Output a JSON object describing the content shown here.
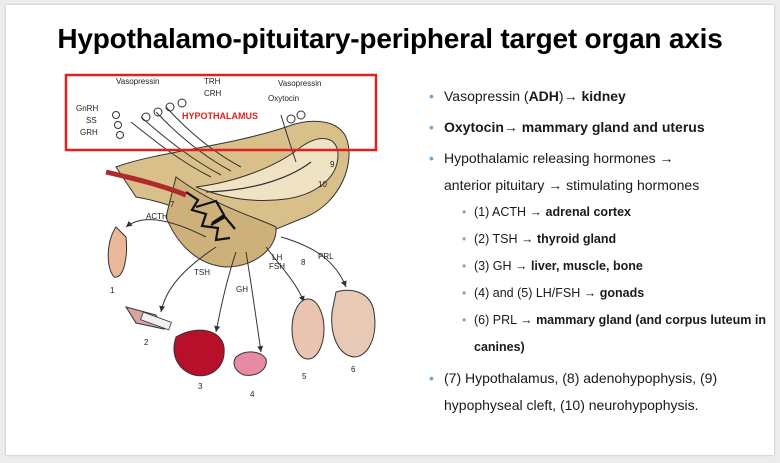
{
  "title": "Hypothalamo-pituitary-peripheral target organ axis",
  "diagram": {
    "labels": {
      "vasopressin_left": "Vasopressin",
      "trh": "TRH",
      "crh": "CRH",
      "vasopressin_right": "Vasopressin",
      "oxytocin": "Oxytocin",
      "gnrh": "GnRH",
      "ss": "SS",
      "grh": "GRH",
      "hypothalamus": "HYPOTHALAMUS",
      "acth": "ACTH",
      "tsh": "TSH",
      "gh": "GH",
      "lh": "LH",
      "fsh": "FSH",
      "prl": "PRL",
      "n1": "1",
      "n2": "2",
      "n3": "3",
      "n4": "4",
      "n5": "5",
      "n6": "6",
      "n7": "7",
      "n8": "8",
      "n9": "9",
      "n10": "10"
    },
    "colors": {
      "highlight_box": "#e02020",
      "hypothalamus_text": "#e02020"
    }
  },
  "bullets": {
    "b1": {
      "p1": "Vasopressin (",
      "p2": "ADH",
      "p3": ")→ ",
      "p4": "kidney"
    },
    "b2": {
      "p1": "Oxytocin→ mammary gland and uterus"
    },
    "b3": {
      "p1": "Hypothalamic releasing hormones →",
      "p2": "anterior pituitary → stimulating hormones"
    },
    "subs": [
      {
        "plain": "(1) ACTH → ",
        "bold": "adrenal cortex"
      },
      {
        "plain": "(2) TSH → ",
        "bold": "thyroid gland"
      },
      {
        "plain": "(3) GH → ",
        "bold": "liver, muscle, bone"
      },
      {
        "plain": "(4) and (5) LH/FSH → ",
        "bold": "gonads"
      },
      {
        "plain": "(6) PRL → ",
        "bold": "mammary gland (and corpus luteum in canines)"
      }
    ],
    "b4": {
      "p1": "(7) Hypothalamus, (8) adenohypophysis, (9)",
      "p2": "hypophyseal cleft, (10) neurohypophysis."
    }
  }
}
